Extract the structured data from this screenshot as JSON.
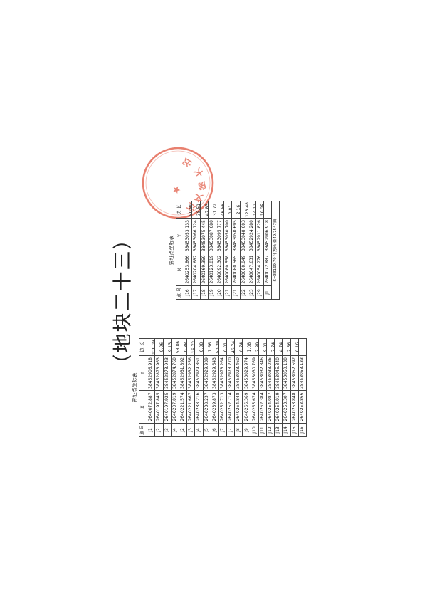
{
  "title": "（地块二十三）",
  "seal": {
    "text": "比大房文江",
    "color": "#e0553f"
  },
  "left_table": {
    "title": "界址点坐标表",
    "headers": {
      "point": "点 号",
      "x": "X",
      "y": "Y",
      "dist": "边 长"
    },
    "rows": [
      {
        "p": "J1",
        "x": "2640072.887",
        "y": "38452906.918",
        "d": "129.23"
      },
      {
        "p": "J2",
        "x": "2640197.845",
        "y": "38452873.963",
        "d": "0.06"
      },
      {
        "p": "J3",
        "x": "2640197.925",
        "y": "38452873.943",
        "d": "9.13"
      },
      {
        "p": "J4",
        "x": "2640207.019",
        "y": "38452874.760",
        "d": "58.86"
      },
      {
        "p": "J2",
        "x": "2640221.574",
        "y": "38452931.892",
        "d": "0.38"
      },
      {
        "p": "J3",
        "x": "2640221.667",
        "y": "38452932.256",
        "d": "16.72"
      },
      {
        "p": "J4",
        "x": "2640238.216",
        "y": "38452929.861",
        "d": "0.08"
      },
      {
        "p": "J5",
        "x": "2640238.237",
        "y": "38452929.939",
        "d": "1.66"
      },
      {
        "p": "J6",
        "x": "2640239.873",
        "y": "38452929.643",
        "d": "50.29"
      },
      {
        "p": "J7",
        "x": "2640252.713",
        "y": "38452978.264",
        "d": "0.01"
      },
      {
        "p": "J7",
        "x": "2640252.714",
        "y": "38452978.270",
        "d": "46.74"
      },
      {
        "p": "J8",
        "x": "2640264.848",
        "y": "38453023.460",
        "d": "6.74"
      },
      {
        "p": "J9",
        "x": "2640266.369",
        "y": "38453029.974",
        "d": "1.08"
      },
      {
        "p": "J10",
        "x": "2640265.674",
        "y": "38453030.769",
        "d": "3.89"
      },
      {
        "p": "J11",
        "x": "2640262.384",
        "y": "38453032.846",
        "d": "9.81"
      },
      {
        "p": "J12",
        "x": "2640254.087",
        "y": "38453038.086",
        "d": "7.74"
      },
      {
        "p": "J13",
        "x": "2640254.019",
        "y": "38453045.840",
        "d": "4.74"
      },
      {
        "p": "J14",
        "x": "2640253.307",
        "y": "38453050.130",
        "d": "2.56"
      },
      {
        "p": "J15",
        "x": "2640253.848",
        "y": "38453052.592",
        "d": "0.16"
      },
      {
        "p": "J16",
        "x": "2640253.866",
        "y": "38453053.133",
        "d": ""
      }
    ]
  },
  "right_table": {
    "title": "界址点坐标表",
    "headers": {
      "point": "点 号",
      "x": "X",
      "y": "Y",
      "dist": "边 长"
    },
    "rows": [
      {
        "p": "J16",
        "x": "2640253.866",
        "y": "38453053.133",
        "d": "50.89"
      },
      {
        "p": "J17",
        "x": "2640204.682",
        "y": "38453066.124",
        "d": "38.51"
      },
      {
        "p": "J18",
        "x": "2640169.359",
        "y": "38453075.445",
        "d": "47.83"
      },
      {
        "p": "J19",
        "x": "2640123.019",
        "y": "38453087.680",
        "d": "31.72"
      },
      {
        "p": "J20",
        "x": "2640092.302",
        "y": "38453095.777",
        "d": "46.58"
      },
      {
        "p": "J21",
        "x": "2640080.558",
        "y": "38453050.700",
        "d": "0.01"
      },
      {
        "p": "J21",
        "x": "2640080.565",
        "y": "38453050.695",
        "d": "2.16"
      },
      {
        "p": "J22",
        "x": "2640080.049",
        "y": "38453048.603",
        "d": "128.48"
      },
      {
        "p": "J23",
        "x": "2640047.631",
        "y": "38452924.280",
        "d": "14.12"
      },
      {
        "p": "J29",
        "x": "2640054.276",
        "y": "38452911.826",
        "d": "19.25"
      },
      {
        "p": "J1",
        "x": "2640072.887",
        "y": "38452906.918",
        "d": ""
      }
    ],
    "area_note": "S=33169.79 平方米 合49.7547亩"
  }
}
